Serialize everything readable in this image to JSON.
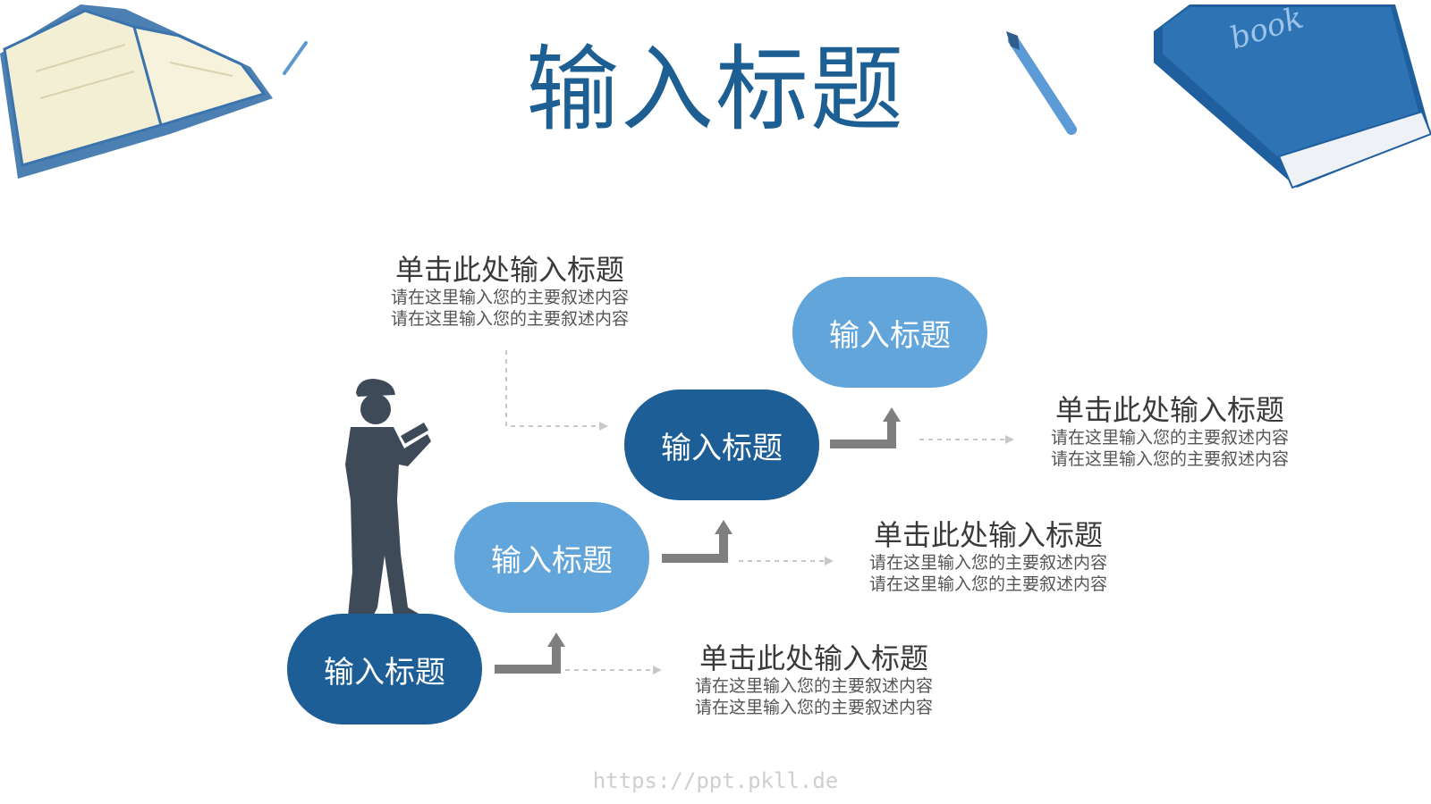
{
  "title": "输入标题",
  "steps": [
    {
      "label": "输入标题",
      "style": "dark"
    },
    {
      "label": "输入标题",
      "style": "light"
    },
    {
      "label": "输入标题",
      "style": "dark"
    },
    {
      "label": "输入标题",
      "style": "light"
    }
  ],
  "text_blocks": [
    {
      "title": "单击此处输入标题",
      "line1": "请在这里输入您的主要叙述内容",
      "line2": "请在这里输入您的主要叙述内容"
    },
    {
      "title": "单击此处输入标题",
      "line1": "请在这里输入您的主要叙述内容",
      "line2": "请在这里输入您的主要叙述内容"
    },
    {
      "title": "单击此处输入标题",
      "line1": "请在这里输入您的主要叙述内容",
      "line2": "请在这里输入您的主要叙述内容"
    },
    {
      "title": "单击此处输入标题",
      "line1": "请在这里输入您的主要叙述内容",
      "line2": "请在这里输入您的主要叙述内容"
    }
  ],
  "book_cover_text": "book",
  "footer_url": "https://ppt.pkll.de",
  "colors": {
    "dark_blue": "#1c5e95",
    "light_blue": "#62a5da",
    "title_blue": "#1d5f93",
    "arrow_gray": "#7f7f7f",
    "silhouette": "#3e4a58"
  }
}
